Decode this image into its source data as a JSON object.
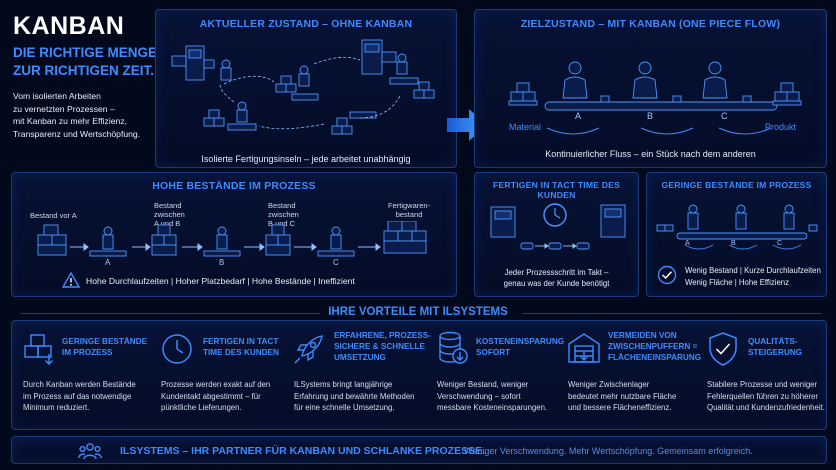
{
  "header": {
    "title": "KANBAN",
    "tagline_1": "DIE RICHTIGE MENGE.",
    "tagline_2": "ZUR RICHTIGEN ZEIT.",
    "intro": [
      "Vom isolierten Arbeiten",
      "zu vernetzten Prozessen –",
      "mit Kanban zu mehr Effizienz,",
      "Transparenz und Wertschöpfung."
    ]
  },
  "current": {
    "title": "AKTUELLER ZUSTAND – OHNE KANBAN",
    "caption": "Isolierte Fertigungsinseln – jede arbeitet unabhängig"
  },
  "target": {
    "title": "ZIELZUSTAND – MIT KANBAN (ONE PIECE FLOW)",
    "material": "Material",
    "product": "Produkt",
    "stations": [
      "A",
      "B",
      "C"
    ],
    "caption": "Kontinuierlicher Fluss – ein Stück nach dem anderen"
  },
  "stock": {
    "title": "HOHE BESTÄNDE IM PROZESS",
    "labels": [
      "Bestand vor A",
      "Bestand zwischen A und B",
      "Bestand zwischen B und C",
      "Fertigwaren-bestand"
    ],
    "label_lines": [
      [
        "Bestand vor A"
      ],
      [
        "Bestand",
        "zwischen",
        "A und B"
      ],
      [
        "Bestand",
        "zwischen",
        "B und C"
      ],
      [
        "Fertigwaren-",
        "bestand"
      ]
    ],
    "stations": [
      "A",
      "B",
      "C"
    ],
    "warning": "Hohe Durchlaufzeiten | Hoher Platzbedarf | Hohe Bestände | Ineffizient"
  },
  "takt": {
    "title": "FERTIGEN IN TACT TIME DES KUNDEN",
    "caption": [
      "Jeder Prozessschritt im Takt –",
      "genau was der Kunde benötigt"
    ]
  },
  "low": {
    "title": "GERINGE BESTÄNDE IM PROZESS",
    "stations": [
      "A",
      "B",
      "C"
    ],
    "caption": [
      "Wenig Bestand | Kurze Durchlaufzeiten",
      "Wenig Fläche | Hohe Effizienz"
    ]
  },
  "benefits_title": "IHRE VORTEILE MIT ILSYSTEMS",
  "benefits": [
    {
      "icon": "boxes-down-icon",
      "title": [
        "GERINGE BESTÄNDE",
        "IM PROZESS"
      ],
      "text": [
        "Durch Kanban werden Bestände",
        "im Prozess auf das notwendige",
        "Minimum reduziert."
      ]
    },
    {
      "icon": "clock-icon",
      "title": [
        "FERTIGEN IN TACT",
        "TIME DES KUNDEN"
      ],
      "text": [
        "Prozesse werden exakt auf den",
        "Kundentakt abgestimmt – für",
        "pünktliche Lieferungen."
      ]
    },
    {
      "icon": "rocket-icon",
      "title": [
        "ERFAHRENE, PROZESS-",
        "SICHERE & SCHNELLE",
        "UMSETZUNG"
      ],
      "text": [
        "ILSystems bringt langjährige",
        "Erfahrung und bewährte Methoden",
        "für eine schnelle Umsetzung."
      ]
    },
    {
      "icon": "coins-down-icon",
      "title": [
        "KOSTENEINSPARUNG",
        "SOFORT"
      ],
      "text": [
        "Weniger Bestand, weniger",
        "Verschwendung – sofort",
        "messbare Kosteneinsparungen."
      ]
    },
    {
      "icon": "warehouse-icon",
      "title": [
        "VERMEIDEN VON",
        "ZWISCHENPUFFERN =",
        "FLÄCHENEINSPARUNG"
      ],
      "text": [
        "Weniger Zwischenlager",
        "bedeutet mehr nutzbare Fläche",
        "und bessere Flächeneffizienz."
      ]
    },
    {
      "icon": "shield-check-icon",
      "title": [
        "QUALITÄTS-",
        "STEIGERUNG"
      ],
      "text": [
        "Stabilere Prozesse und weniger",
        "Fehlerquellen führen zu höherer",
        "Qualität und Kundenzufriedenheit."
      ]
    }
  ],
  "footer": {
    "title": "ILSYSTEMS – IHR PARTNER FÜR KANBAN UND SCHLANKE PROZESSE.",
    "claim": "Weniger Verschwendung. Mehr Wertschöpfung. Gemeinsam erfolgreich."
  },
  "colors": {
    "background": "#03091c",
    "accent": "#3d8bff",
    "panel_border": "#1b3a78",
    "text": "#dfe7f7"
  }
}
